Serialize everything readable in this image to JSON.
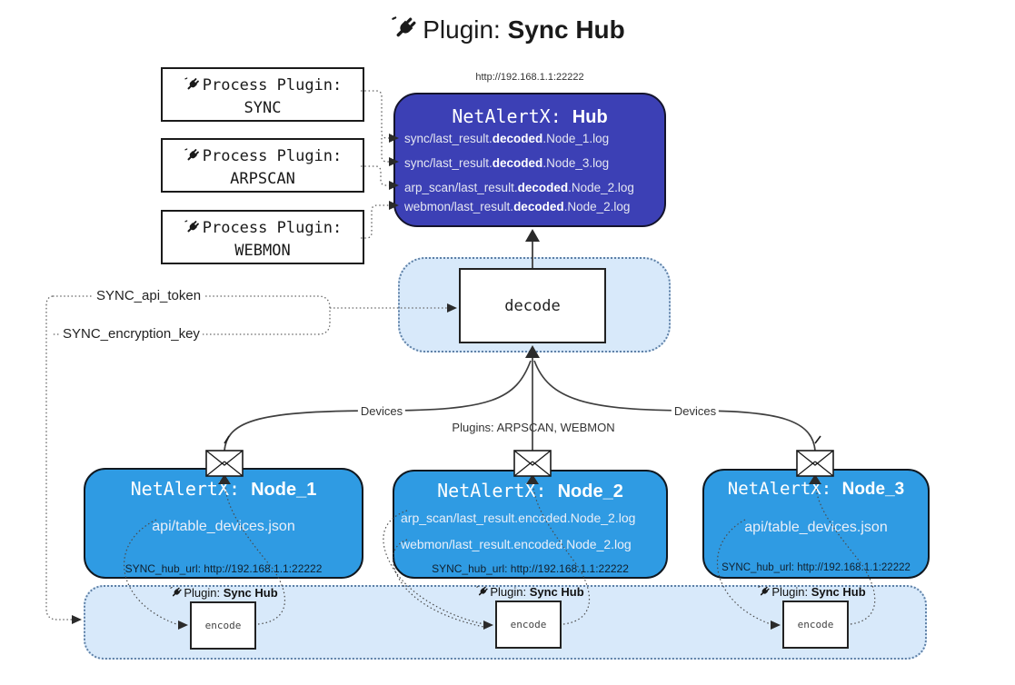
{
  "title": {
    "prefix": "Plugin:",
    "name": "Sync Hub",
    "icon": "plug-icon"
  },
  "process_plugins": [
    {
      "label": "Process Plugin:",
      "name": "SYNC",
      "icon": "plug-icon"
    },
    {
      "label": "Process Plugin:",
      "name": "ARPSCAN",
      "icon": "plug-icon"
    },
    {
      "label": "Process Plugin:",
      "name": "WEBMON",
      "icon": "plug-icon"
    }
  ],
  "hub": {
    "url": "http://192.168.1.1:22222",
    "title_prefix": "NetAlertX: ",
    "title_name": "Hub",
    "files": [
      {
        "pre": "sync/last_result.",
        "bold": "decoded",
        "post": ".Node_1.log"
      },
      {
        "pre": "sync/last_result.",
        "bold": "decoded",
        "post": ".Node_3.log"
      },
      {
        "pre": "arp_scan/last_result.",
        "bold": "decoded",
        "post": ".Node_2.log"
      },
      {
        "pre": "webmon/last_result.",
        "bold": "decoded",
        "post": ".Node_2.log"
      }
    ]
  },
  "decode": {
    "label": "decode"
  },
  "secrets": {
    "api_token": "SYNC_api_token",
    "encryption_key": "SYNC_encryption_key"
  },
  "edges": {
    "devices_left": "Devices",
    "plugins_center": "Plugins: ARPSCAN, WEBMON",
    "devices_right": "Devices"
  },
  "nodes": [
    {
      "title_prefix": "NetAlertX: ",
      "title_name": "Node_1",
      "files": [
        "api/table_devices.json"
      ],
      "hub_url": "SYNC_hub_url: http://192.168.1.1:22222",
      "mail_icon": "envelope-icon"
    },
    {
      "title_prefix": "NetAlertX: ",
      "title_name": "Node_2",
      "files": [
        "arp_scan/last_result.encoded.Node_2.log",
        "webmon/last_result.encoded.Node_2.log"
      ],
      "hub_url": "SYNC_hub_url: http://192.168.1.1:22222",
      "mail_icon": "envelope-icon"
    },
    {
      "title_prefix": "NetAlertX: ",
      "title_name": "Node_3",
      "files": [
        "api/table_devices.json"
      ],
      "hub_url": "SYNC_hub_url: http://192.168.1.1:22222",
      "mail_icon": "envelope-icon"
    }
  ],
  "encode_section": {
    "plugin_prefix": "Plugin: ",
    "plugin_name": "Sync Hub",
    "encode_label": "encode",
    "icon": "plug-icon"
  },
  "colors": {
    "hub_bg": "#3c40b5",
    "node_bg": "#2f9be3",
    "panel_bg": "#d8e9fa",
    "panel_border": "#5e80a6",
    "stroke": "#3f3f3f"
  }
}
